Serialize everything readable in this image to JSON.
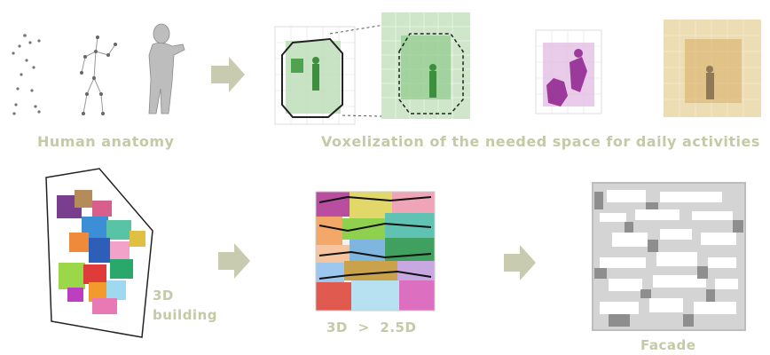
{
  "labels": {
    "human_anatomy": "Human anatomy",
    "voxelization": "Voxelization of the needed space for daily activities",
    "building_prefix": "3D",
    "building_word": "building",
    "conversion": "3D > 2.5D",
    "facade": "Facade"
  },
  "colors": {
    "label": "#c5c9a6",
    "arrow": "#c8cbb0",
    "green_voxel": "#6fb36f",
    "purple_voxel": "#9b3a9b",
    "gold_voxel": "#d9b36a",
    "facade_gray": "#c9c9c9"
  }
}
